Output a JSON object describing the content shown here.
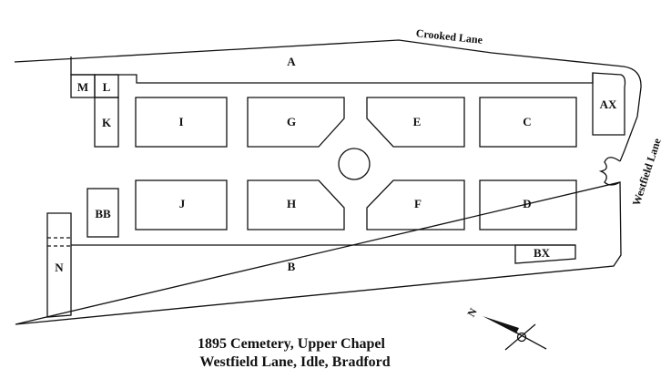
{
  "roads": {
    "crooked_lane": "Crooked Lane",
    "westfield_lane": "Westfield Lane"
  },
  "sections": {
    "A": "A",
    "M": "M",
    "L": "L",
    "K": "K",
    "I": "I",
    "G": "G",
    "E": "E",
    "C": "C",
    "AX": "AX",
    "BB": "BB",
    "J": "J",
    "H": "H",
    "F": "F",
    "D": "D",
    "N": "N",
    "B": "B",
    "BX": "BX"
  },
  "compass": {
    "north_label": "N"
  },
  "caption": {
    "line1": "1895 Cemetery, Upper Chapel",
    "line2": "Westfield Lane, Idle, Bradford"
  },
  "colors": {
    "ink": "#111111",
    "paper": "#ffffff"
  }
}
